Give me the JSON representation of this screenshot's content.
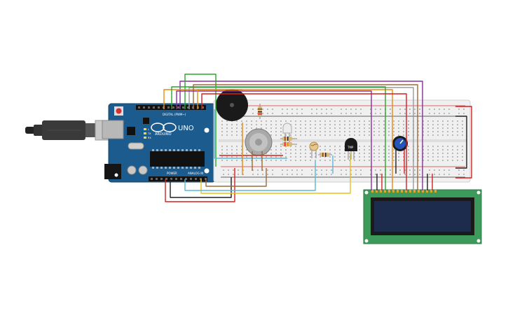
{
  "arduino": {
    "brand": "ARDUINO",
    "model": "UNO",
    "header_digital": "DIGITAL (PWM~)",
    "header_power": "POWER",
    "header_analog": "ANALOG IN",
    "led_tx": "TX",
    "led_rx": "RX",
    "led_l": "L"
  },
  "sensor": {
    "label": "TMP"
  },
  "colors": {
    "board": "#1c5b8e",
    "breadboard": "#f0f0f0",
    "lcd_pcb": "#3c9a5a",
    "lcd_screen": "#1d2b4d",
    "wire_red": "#d42020",
    "wire_black": "#202020",
    "wire_green": "#2aa52a",
    "wire_orange": "#e88a10",
    "wire_purple": "#8a2ea0",
    "wire_gray": "#9a9a9a",
    "wire_yellow": "#e8c21a",
    "wire_cyan": "#5ab8d8",
    "wire_brown": "#9c6a3a"
  },
  "icons": {
    "usb": "usb-cable-icon",
    "buzzer": "piezo-buzzer-icon",
    "gas_sensor": "gas-sensor-icon",
    "potentiometer": "potentiometer-icon",
    "photoresistor": "photoresistor-icon",
    "led": "led-icon"
  }
}
